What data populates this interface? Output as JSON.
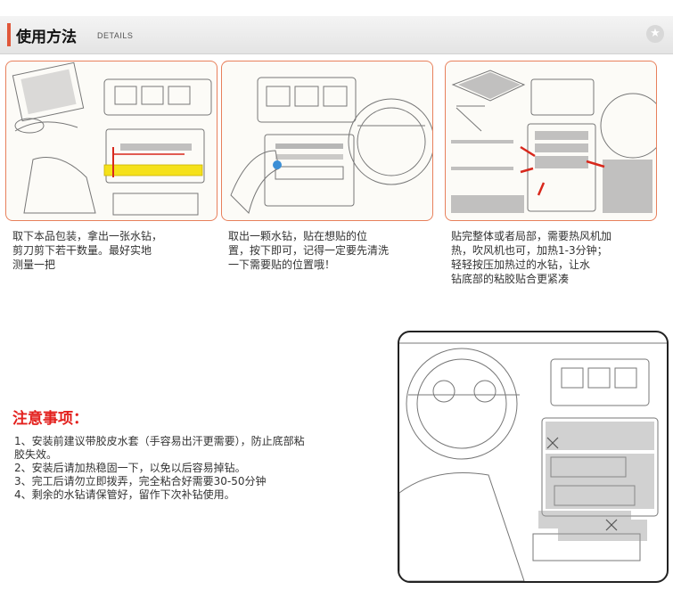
{
  "header": {
    "title": "使用方法",
    "subtitle": "DETAILS",
    "icon": "star-icon"
  },
  "steps": [
    {
      "lines": [
        "取下本品包装，拿出一张水钻，",
        "剪刀剪下若干数量。最好实地",
        "测量一把"
      ]
    },
    {
      "lines": [
        "取出一颗水钻，贴在想贴的位",
        "置，按下即可，记得一定要先清洗",
        "一下需要贴的位置哦！"
      ]
    },
    {
      "lines": [
        "贴完整体或者局部，需要热风机加",
        "热，吹风机也可，加热1-3分钟；",
        "轻轻按压加热过的水钻，让水",
        "钻底部的粘胶贴合更紧凑"
      ]
    }
  ],
  "notice": {
    "title": "注意事项：",
    "items": [
      "1、安装前建议带胶皮水套（手容易出汗更需要），防止底部粘",
      "    胶失效。",
      "2、安装后请加热稳固一下，以免以后容易掉钻。",
      "3、完工后请勿立即拨弄，完全粘合好需要30-50分钟",
      "4、剩余的水钻请保管好，留作下次补钻使用。"
    ]
  },
  "colors": {
    "accent": "#e0573a",
    "notice": "#e3201d",
    "panel_border": "#e8805c",
    "ruler": "#f5e11a",
    "arrow": "#d8281c"
  }
}
